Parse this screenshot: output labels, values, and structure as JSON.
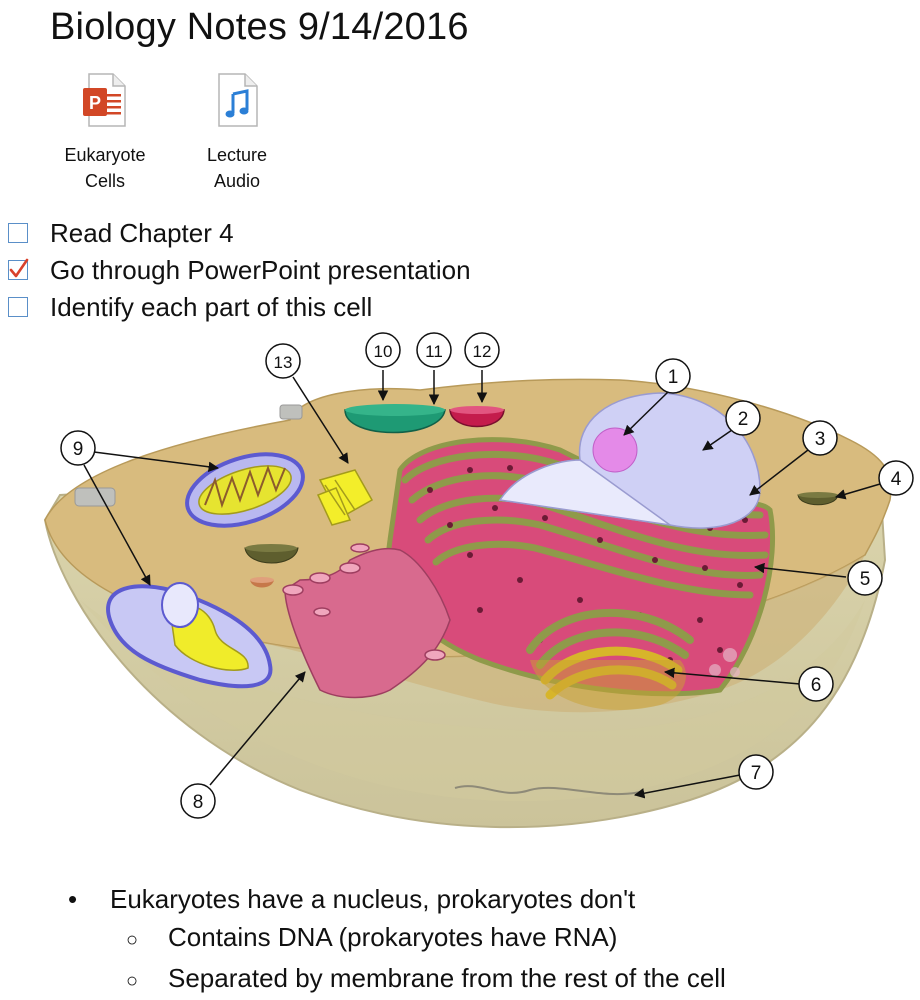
{
  "page": {
    "title": "Biology Notes 9/14/2016"
  },
  "attachments": [
    {
      "label_line1": "Eukaryote",
      "label_line2": "Cells",
      "icon": "powerpoint-file-icon"
    },
    {
      "label_line1": "Lecture",
      "label_line2": "Audio",
      "icon": "audio-file-icon"
    }
  ],
  "todos": [
    {
      "text": "Read Chapter 4",
      "checked": false
    },
    {
      "text": "Go through PowerPoint presentation",
      "checked": true
    },
    {
      "text": "Identify each part of this cell",
      "checked": false
    }
  ],
  "diagram": {
    "callouts": [
      "1",
      "2",
      "3",
      "4",
      "5",
      "6",
      "7",
      "8",
      "9",
      "10",
      "11",
      "12",
      "13"
    ]
  },
  "notes": {
    "bullet": "Eukaryotes have a nucleus, prokaryotes don't",
    "subs": [
      "Contains DNA (prokaryotes have RNA)",
      "Separated by membrane from the rest of the cell"
    ]
  },
  "colors": {
    "checkbox_border": "#5a8fc8",
    "check_mark": "#d9412b",
    "cytoplasm": "#d8bb7e",
    "membrane": "#cfc79c",
    "er_green": "#8f9a4a",
    "er_pink": "#d84b7a",
    "nucleus": "#cfd0f5",
    "nucleolus": "#e48ae8"
  }
}
